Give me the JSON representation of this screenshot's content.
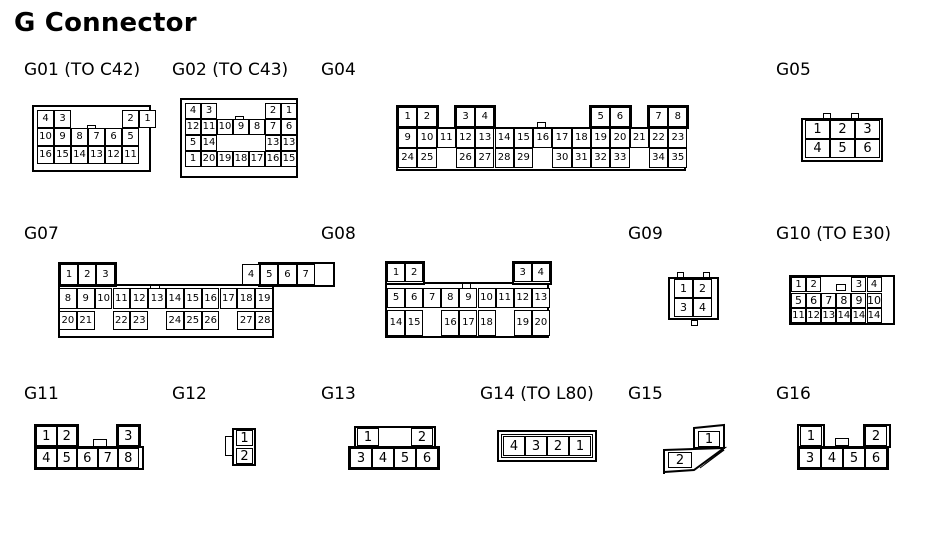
{
  "title": "G Connector",
  "labels": {
    "g01": "G01 (TO C42)",
    "g02": "G02 (TO C43)",
    "g04": "G04",
    "g05": "G05",
    "g07": "G07",
    "g08": "G08",
    "g09": "G09",
    "g10": "G10 (TO E30)",
    "g11": "G11",
    "g12": "G12",
    "g13": "G13",
    "g14": "G14 (TO L80)",
    "g15": "G15",
    "g16": "G16"
  },
  "pins": {
    "g01": [
      "4",
      "3",
      "2",
      "1",
      "10",
      "9",
      "8",
      "7",
      "6",
      "5",
      "16",
      "15",
      "14",
      "13",
      "12",
      "11"
    ],
    "g02": [
      "4",
      "3",
      "2",
      "1",
      "12",
      "11",
      "10",
      "9",
      "8",
      "7",
      "6",
      "5",
      "14",
      "13",
      "13",
      "1",
      "20",
      "19",
      "18",
      "17",
      "16",
      "15"
    ],
    "g04": [
      "1",
      "2",
      "3",
      "4",
      "5",
      "6",
      "7",
      "8",
      "9",
      "10",
      "11",
      "12",
      "13",
      "14",
      "15",
      "16",
      "17",
      "18",
      "19",
      "20",
      "21",
      "22",
      "23",
      "24",
      "25",
      "26",
      "27",
      "28",
      "29",
      "30",
      "31",
      "32",
      "33",
      "34",
      "35"
    ],
    "g05": [
      "1",
      "2",
      "3",
      "4",
      "5",
      "6"
    ],
    "g07": [
      "1",
      "2",
      "3",
      "4",
      "5",
      "6",
      "7",
      "8",
      "9",
      "10",
      "11",
      "12",
      "13",
      "14",
      "15",
      "16",
      "17",
      "18",
      "19",
      "20",
      "21",
      "22",
      "23",
      "24",
      "25",
      "26",
      "27",
      "28"
    ],
    "g08": [
      "1",
      "2",
      "3",
      "4",
      "5",
      "6",
      "7",
      "8",
      "9",
      "10",
      "11",
      "12",
      "13",
      "14",
      "15",
      "16",
      "17",
      "18",
      "19",
      "20"
    ],
    "g09": [
      "1",
      "2",
      "3",
      "4"
    ],
    "g10": [
      "1",
      "2",
      "3",
      "4",
      "5",
      "6",
      "7",
      "8",
      "9",
      "10",
      "11",
      "12",
      "13",
      "14"
    ],
    "g11": [
      "1",
      "2",
      "3",
      "4",
      "5",
      "6",
      "7",
      "8"
    ],
    "g12": [
      "1",
      "2"
    ],
    "g13": [
      "1",
      "2",
      "3",
      "4",
      "5",
      "6"
    ],
    "g14": [
      "4",
      "3",
      "2",
      "1"
    ],
    "g15": [
      "1",
      "2"
    ],
    "g16": [
      "1",
      "2",
      "3",
      "4",
      "5",
      "6"
    ]
  }
}
